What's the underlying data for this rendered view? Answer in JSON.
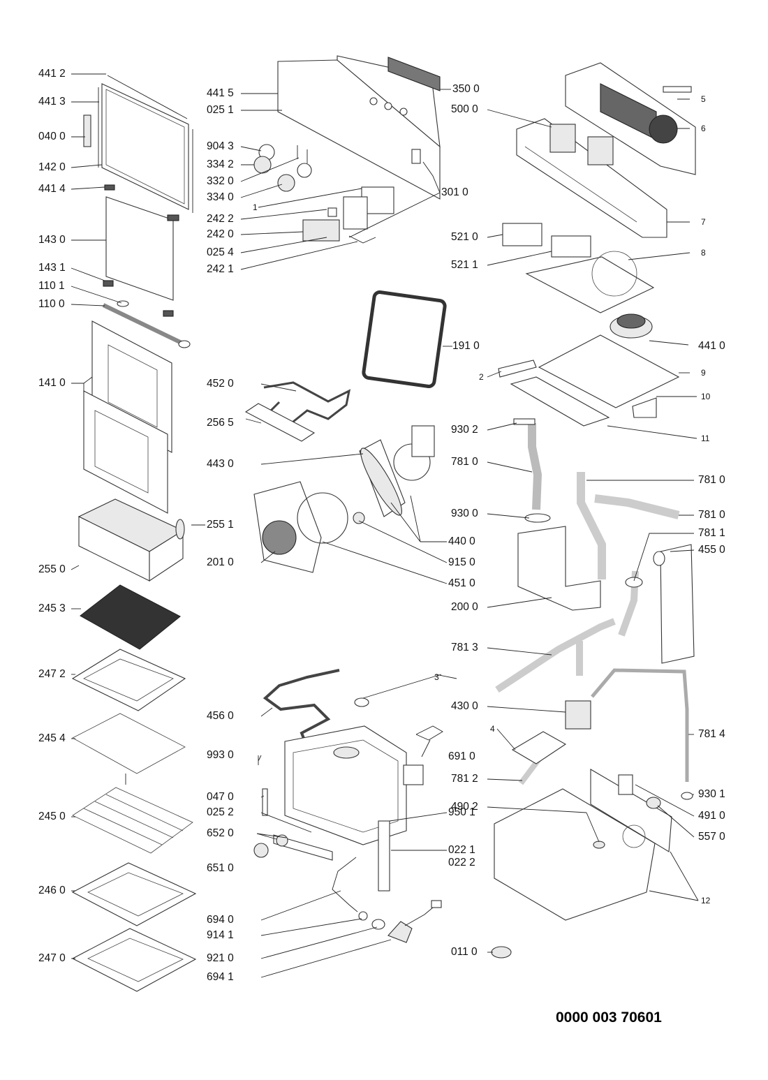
{
  "document_id": "0000 003 70601",
  "callouts": {
    "c441_2": "441 2",
    "c441_3": "441 3",
    "c040_0": "040 0",
    "c142_0": "142 0",
    "c441_4": "441 4",
    "c143_0": "143 0",
    "c143_1": "143 1",
    "c110_1": "110 1",
    "c110_0": "110 0",
    "c141_0": "141 0",
    "c255_0": "255 0",
    "c255_1": "255 1",
    "c245_3": "245 3",
    "c247_2": "247 2",
    "c245_4": "245 4",
    "c245_0": "245 0",
    "c246_0": "246 0",
    "c247_0": "247 0",
    "c441_5": "441 5",
    "c025_1": "025 1",
    "c904_3": "904 3",
    "c334_2": "334 2",
    "c332_0": "332 0",
    "c334_0": "334 0",
    "c1": "1",
    "c242_2": "242 2",
    "c242_0": "242 0",
    "c025_4": "025 4",
    "c242_1": "242 1",
    "c350_0": "350 0",
    "c301_0": "301 0",
    "c452_0": "452 0",
    "c256_5": "256 5",
    "c443_0": "443 0",
    "c201_0": "201 0",
    "c191_0": "191 0",
    "c440_0": "440 0",
    "c915_0": "915 0",
    "c451_0": "451 0",
    "c456_0": "456 0",
    "c993_0": "993 0",
    "c047_0": "047 0",
    "c025_2": "025 2",
    "c652_0": "652 0",
    "c651_0": "651 0",
    "c694_0": "694 0",
    "c914_1": "914 1",
    "c921_0": "921 0",
    "c694_1": "694 1",
    "c3": "3",
    "c691_0": "691 0",
    "c950_1": "950 1",
    "c022_1": "022 1",
    "c022_2": "022 2",
    "c500_0": "500 0",
    "c5": "5",
    "c6": "6",
    "c7": "7",
    "c521_0": "521 0",
    "c521_1": "521 1",
    "c8": "8",
    "c441_0": "441 0",
    "c2": "2",
    "c9": "9",
    "c10": "10",
    "c930_2": "930 2",
    "c11": "11",
    "c781_0a": "781 0",
    "c781_0b": "781 0",
    "c781_0c": "781 0",
    "c930_0": "930 0",
    "c781_1": "781 1",
    "c455_0": "455 0",
    "c200_0": "200 0",
    "c781_3": "781 3",
    "c430_0": "430 0",
    "c4": "4",
    "c781_4": "781 4",
    "c781_2": "781 2",
    "c930_1": "930 1",
    "c490_2": "490 2",
    "c491_0": "491 0",
    "c557_0": "557 0",
    "c12": "12",
    "c011_0": "011 0"
  }
}
